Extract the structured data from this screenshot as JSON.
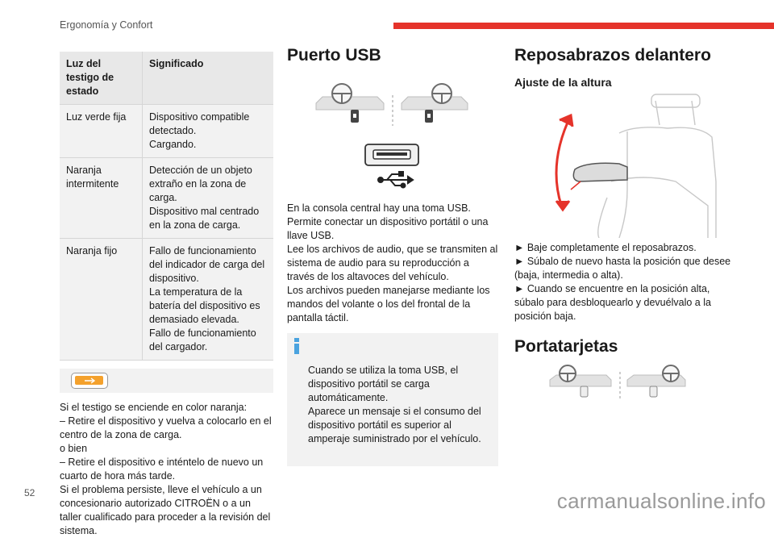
{
  "header": {
    "section_title": "Ergonomía y Confort",
    "accent_color": "#e5332a"
  },
  "page_number": "52",
  "watermark": "carmanualsonline.info",
  "status_table": {
    "headers": [
      "Luz del testigo de estado",
      "Significado"
    ],
    "rows": [
      {
        "light": "Luz verde fija",
        "meaning": "Dispositivo compatible detectado.\nCargando."
      },
      {
        "light": "Naranja intermitente",
        "meaning": "Detección de un objeto extraño en la zona de carga.\nDispositivo mal centrado en la zona de carga."
      },
      {
        "light": "Naranja fijo",
        "meaning": "Fallo de funcionamiento del indicador de carga del dispositivo.\nLa temperatura de la batería del dispositivo es demasiado elevada.\nFallo de funcionamiento del cargador."
      }
    ]
  },
  "orange_indicator": {
    "icon": "charging-indicator-lamp-icon",
    "color": "#f4a12c",
    "text": "Si el testigo se enciende en color naranja:\n– Retire el dispositivo y vuelva a colocarlo en el centro de la zona de carga.\no bien\n– Retire el dispositivo e inténtelo de nuevo un cuarto de hora más tarde.\nSi el problema persiste, lleve el vehículo a un concesionario autorizado CITROËN o a un taller cualificado para proceder a la revisión del sistema."
  },
  "usb": {
    "title": "Puerto USB",
    "icons": [
      "steering-wheel-left-icon",
      "steering-wheel-right-icon",
      "usb-port-icon",
      "usb-symbol-icon"
    ],
    "body": "En la consola central hay una toma USB.\nPermite conectar un dispositivo portátil o una llave USB.\nLee los archivos de audio, que se transmiten al sistema de audio para su reproducción a través de los altavoces del vehículo.\nLos archivos pueden manejarse mediante los mandos del volante o los del frontal de la pantalla táctil.",
    "info": "Cuando se utiliza la toma USB, el dispositivo portátil se carga automáticamente.\nAparece un mensaje si el consumo del dispositivo portátil es superior al amperaje suministrado por el vehículo.",
    "info_icon_color": "#4aa3df"
  },
  "armrest": {
    "title": "Reposabrazos delantero",
    "subtitle": "Ajuste de la altura",
    "arrow_color": "#e5332a",
    "steps": "► Baje completamente el reposabrazos.\n► Súbalo de nuevo hasta la posición que desee (baja, intermedia o alta).\n► Cuando se encuentre en la posición alta, súbalo para desbloquearlo y devuélvalo a la posición baja."
  },
  "card_holder": {
    "title": "Portatarjetas",
    "icons": [
      "steering-wheel-left-icon",
      "steering-wheel-right-icon"
    ]
  }
}
